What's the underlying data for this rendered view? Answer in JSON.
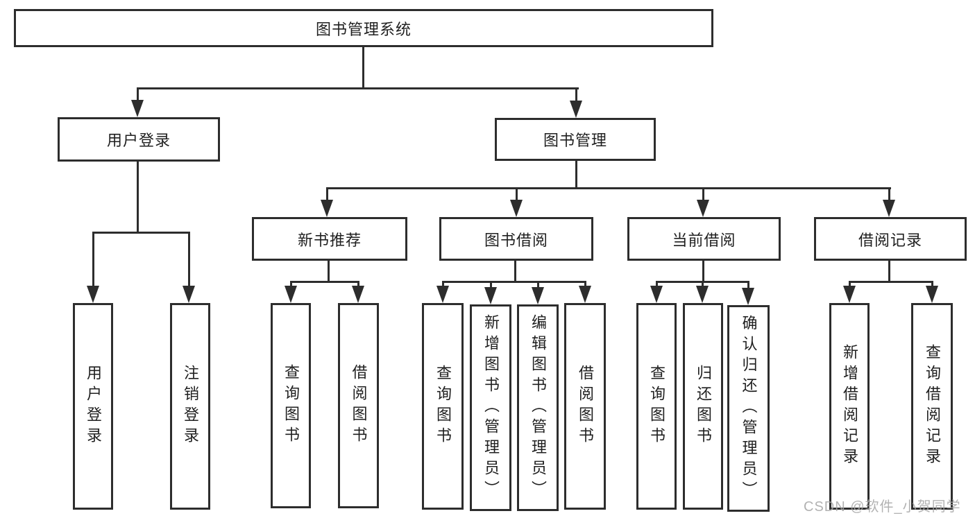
{
  "diagram": {
    "title": "图书管理系统",
    "root": {
      "label": "图书管理系统"
    },
    "level2": [
      {
        "label": "用户登录"
      },
      {
        "label": "图书管理"
      }
    ],
    "level3": [
      {
        "label": "新书推荐"
      },
      {
        "label": "图书借阅"
      },
      {
        "label": "当前借阅"
      },
      {
        "label": "借阅记录"
      }
    ],
    "leaves": {
      "user_login": [
        "用户登录",
        "注销登录"
      ],
      "new_book": [
        "查询图书",
        "借阅图书"
      ],
      "book_borrow": [
        "查询图书",
        "新增图书（管理员）",
        "编辑图书（管理员）",
        "借阅图书"
      ],
      "current_borrow": [
        "查询图书",
        "归还图书",
        "确认归还（管理员）"
      ],
      "records": [
        "新增借阅记录",
        "查询借阅记录"
      ]
    },
    "colors": {
      "line": "#2d2d2d",
      "box_border": "#2d2d2d",
      "text": "#1f1f1f",
      "background": "#ffffff"
    }
  },
  "watermark": {
    "text": "CSDN @软件_小贺同学",
    "color": "#a4a4a4"
  }
}
